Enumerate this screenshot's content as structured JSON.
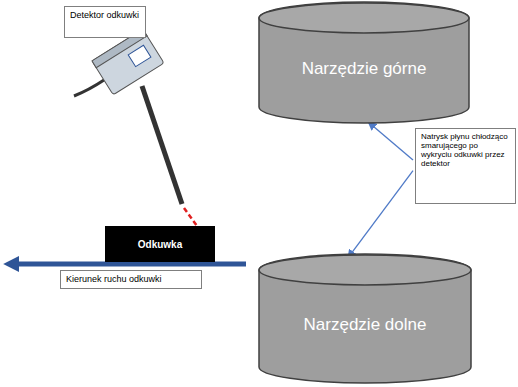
{
  "diagram": {
    "nodes": [
      {
        "text": [
          "Detektor odkuwki"
        ]
      },
      {
        "text": [
          "Narzędzie górne"
        ]
      },
      {
        "text": [
          "Natrysk płynu chłodząco smarującego po wykryciu odkuwki przez detektor"
        ]
      },
      {
        "text": [
          "Odkuwka"
        ]
      },
      {
        "text": [
          "Kierunek ruchu odkuwki"
        ]
      },
      {
        "text": [
          "Narzędzie dolne"
        ]
      }
    ],
    "edges": [
      {
        "from": 2,
        "to": 1,
        "arrow": "to"
      },
      {
        "from": 2,
        "to": 5,
        "arrow": "to"
      }
    ]
  }
}
